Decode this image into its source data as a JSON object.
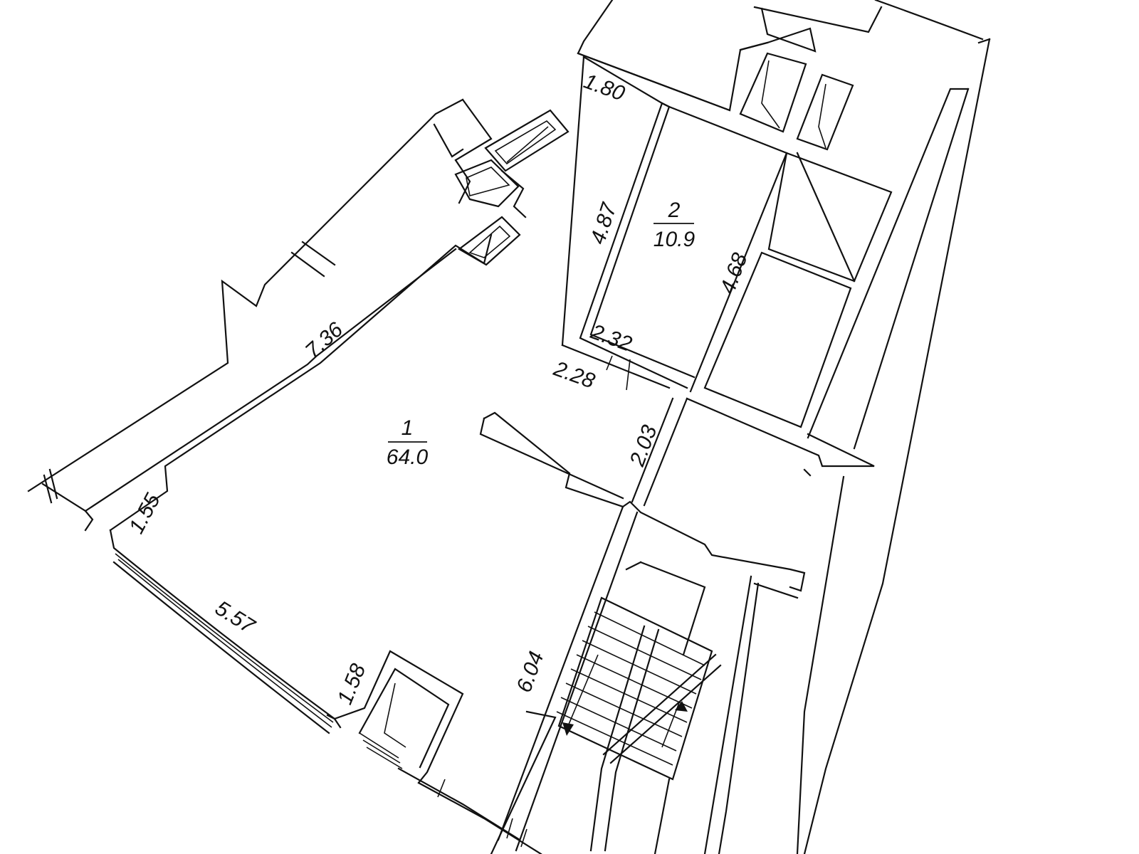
{
  "rooms": [
    {
      "number": "1",
      "area": "64.0"
    },
    {
      "number": "2",
      "area": "10.9"
    }
  ],
  "dimensions": {
    "d_1_80": "1.80",
    "d_4_87": "4.87",
    "d_4_68": "4.68",
    "d_2_32": "2.32",
    "d_2_28": "2.28",
    "d_2_03": "2.03",
    "d_7_36": "7.36",
    "d_1_55": "1.55",
    "d_5_57": "5.57",
    "d_1_58": "1.58",
    "d_6_04": "6.04"
  },
  "colors": {
    "line": "#111111",
    "background": "#ffffff"
  }
}
